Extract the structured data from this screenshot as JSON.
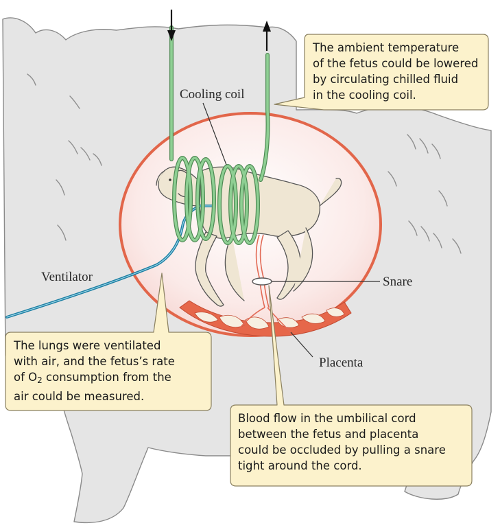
{
  "labels": {
    "cooling_coil": "Cooling coil",
    "ventilator": "Ventilator",
    "snare": "Snare",
    "placenta": "Placenta"
  },
  "callouts": {
    "temperature": {
      "lines": [
        "The ambient temperature",
        "of the fetus could be lowered",
        "by circulating chilled fluid",
        "in the cooling coil."
      ]
    },
    "lungs": {
      "line1": "The lungs were ventilated",
      "line2": "with air, and the fetus’s rate",
      "line3_pre": "of O",
      "line3_sub": "2",
      "line3_post": " consumption from the",
      "line4": "air could be measured."
    },
    "blood_flow": {
      "lines": [
        "Blood flow in the umbilical cord",
        "between the fetus and placenta",
        "could be occluded by pulling a snare",
        "tight around the cord."
      ]
    }
  },
  "colors": {
    "sheep_body": "#e4e4e4",
    "sheep_outline": "#8a8a8a",
    "uterus_wall": "#e2664a",
    "uterus_inner": "#fbe8e6",
    "fetus": "#efe6d3",
    "coil": "#7fbf85",
    "ventilator_tube": "#1b7fa3",
    "callout_fill": "#fcf2cc",
    "callout_stroke": "#8a8060",
    "placenta_fill": "#e6674a",
    "cotyledon_fill": "#f7efe1"
  },
  "icons": {
    "inflow": "arrow-down-icon",
    "outflow": "arrow-up-icon"
  }
}
